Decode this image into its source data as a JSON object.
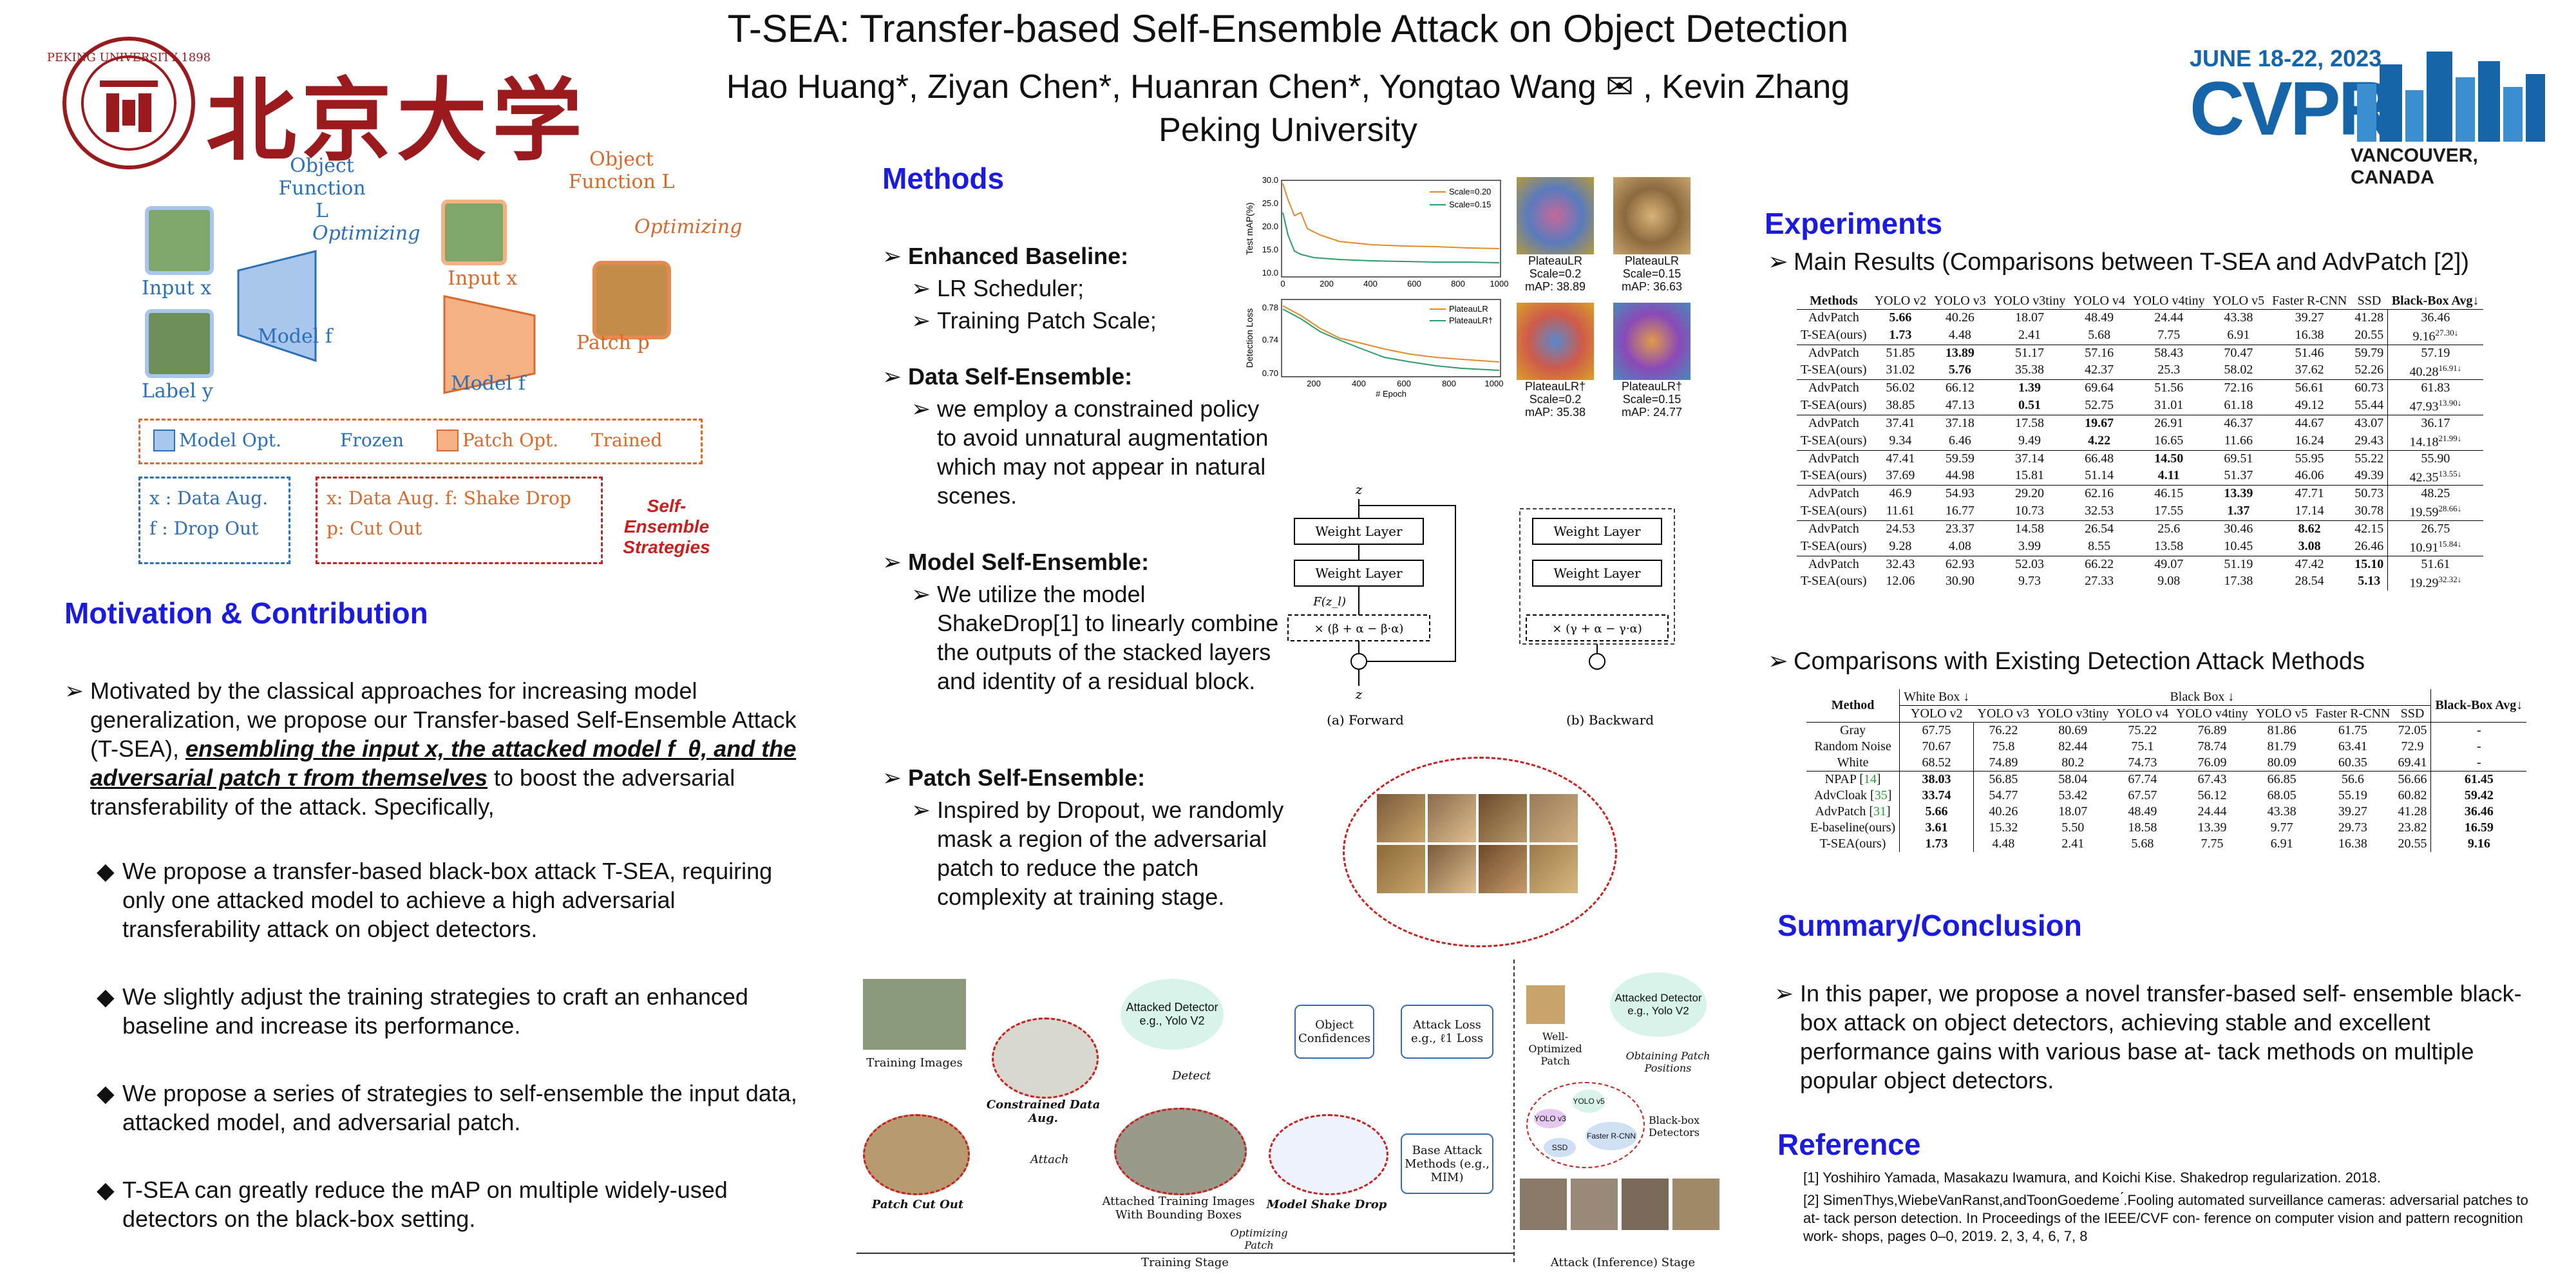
{
  "header": {
    "title": "T-SEA: Transfer-based Self-Ensemble Attack on Object Detection",
    "authors": "Hao Huang*, Ziyan Chen*, Huanran Chen*, Yongtao Wang ✉ , Kevin Zhang",
    "affiliation": "Peking University",
    "univ_name_cn": "北京大学",
    "univ_seal_text": "PEKING UNIVERSITY 1898",
    "conf_dates": "JUNE 18-22, 2023",
    "conf_name": "CVPR",
    "conf_location": "VANCOUVER, CANADA"
  },
  "overview": {
    "obj_fn_label": "Object Function L",
    "optimizing": "Optimizing",
    "input_x": "Input x",
    "label_y": "Label y",
    "model_f": "Model f",
    "patch_p": "Patch p",
    "legend": [
      "Model Opt.",
      "Frozen",
      "Patch Opt.",
      "Trained"
    ],
    "aug_left": [
      "x : Data Aug.",
      "f : Drop Out"
    ],
    "aug_right": [
      "x: Data Aug.  f: Shake Drop",
      "p: Cut Out"
    ],
    "strategies": "Self-Ensemble Strategies"
  },
  "motivation": {
    "heading": "Motivation & Contribution",
    "intro_a": "Motivated by the classical approaches for increasing model generalization, we propose our Transfer-based Self-Ensemble Attack (T-SEA), ",
    "intro_em": "ensembling the input x, the attacked model f_θ, and the adversarial patch τ from themselves",
    "intro_b": " to boost the adversarial transferability of the attack. Specifically,",
    "items": [
      "We propose a transfer-based black-box attack T-SEA, requiring only one attacked model to achieve a high adversarial transferability attack on object detectors.",
      "We slightly adjust the training strategies to craft an enhanced baseline and increase its performance.",
      "We propose a series of strategies to self-ensemble the input data, attacked model, and adversarial patch.",
      "T-SEA can greatly reduce the mAP on multiple widely-used detectors on the black-box setting."
    ]
  },
  "methods": {
    "heading": "Methods",
    "enhanced": "Enhanced Baseline:",
    "enhanced_items": [
      "LR Scheduler;",
      "Training Patch Scale;"
    ],
    "data": "Data Self-Ensemble:",
    "data_text": "we employ a constrained policy to avoid unnatural augmentation which may not appear in natural scenes.",
    "model": "Model Self-Ensemble:",
    "model_text": "We utilize the model ShakeDrop[1] to linearly combine the outputs of the stacked layers and identity of a residual block.",
    "patch": "Patch Self-Ensemble:",
    "patch_text": "Inspired by Dropout, we randomly mask a region of the adversarial patch to reduce the patch complexity at training stage.",
    "plot1": {
      "ylabel": "Test mAP(%)",
      "legend": [
        "Scale=0.20",
        "Scale=0.15"
      ],
      "yticks": [
        "30.0",
        "25.0",
        "20.0",
        "15.0",
        "10.0"
      ],
      "xticks": [
        "0",
        "200",
        "400",
        "600",
        "800",
        "1000"
      ]
    },
    "plot2": {
      "ylabel": "Detection Loss",
      "legend": [
        "PlateauLR",
        "PlateauLR†"
      ],
      "yticks": [
        "0.78",
        "0.74",
        "0.70"
      ],
      "xticks": [
        "200",
        "400",
        "600",
        "800",
        "1000"
      ],
      "xlabel": "# Epoch"
    },
    "patches": [
      [
        "PlateauLR",
        "Scale=0.2",
        "mAP: 38.89"
      ],
      [
        "PlateauLR",
        "Scale=0.15",
        "mAP: 36.63"
      ],
      [
        "PlateauLR†",
        "Scale=0.2",
        "mAP: 35.38"
      ],
      [
        "PlateauLR†",
        "Scale=0.15",
        "mAP: 24.77"
      ]
    ],
    "shake": {
      "weight": "Weight Layer",
      "forward": "(a) Forward",
      "backward": "(b) Backward",
      "fz": "F(z_l)",
      "mix_f": "× (β + α − β·α)",
      "mix_b": "× (γ + α − γ·α)"
    },
    "pipeline": {
      "training_images": "Training Images",
      "constrained": "Constrained Data Aug.",
      "detector": "Attacked Detector e.g., Yolo V2",
      "detect": "Detect",
      "attach": "Attach",
      "patch_cutout": "Patch Cut Out",
      "attached": "Attached Training Images With Bounding Boxes",
      "shake": "Model Shake Drop",
      "optim": "Optimizing Patch",
      "conf": "Object Confidences",
      "loss": "Attack Loss e.g., ℓ1 Loss",
      "base": "Base Attack Methods (e.g., MIM)",
      "well": "Well-Optimized Patch",
      "obtain": "Obtaining Patch Positions",
      "bb": "Black-box Detectors",
      "dets": [
        "YOLO v3",
        "YOLO v5",
        "SSD",
        "Faster R-CNN"
      ],
      "stage_train": "Training Stage",
      "stage_attack": "Attack (Inference) Stage"
    }
  },
  "experiments": {
    "heading": "Experiments",
    "main_title": "Main Results (Comparisons between T-SEA and AdvPatch [2])",
    "table1": {
      "cols": [
        "Methods",
        "YOLO v2",
        "YOLO v3",
        "YOLO v3tiny",
        "YOLO v4",
        "YOLO v4tiny",
        "YOLO v5",
        "Faster R-CNN",
        "SSD",
        "Black-Box Avg↓"
      ],
      "rows": [
        [
          "AdvPatch",
          "5.66",
          "40.26",
          "18.07",
          "48.49",
          "24.44",
          "43.38",
          "39.27",
          "41.28",
          "36.46",
          ""
        ],
        [
          "T-SEA(ours)",
          "1.73",
          "4.48",
          "2.41",
          "5.68",
          "7.75",
          "6.91",
          "16.38",
          "20.55",
          "9.16",
          "27.30↓"
        ],
        [
          "AdvPatch",
          "51.85",
          "13.89",
          "51.17",
          "57.16",
          "58.43",
          "70.47",
          "51.46",
          "59.79",
          "57.19",
          ""
        ],
        [
          "T-SEA(ours)",
          "31.02",
          "5.76",
          "35.38",
          "42.37",
          "25.3",
          "58.02",
          "37.62",
          "52.26",
          "40.28",
          "16.91↓"
        ],
        [
          "AdvPatch",
          "56.02",
          "66.12",
          "1.39",
          "69.64",
          "51.56",
          "72.16",
          "56.61",
          "60.73",
          "61.83",
          ""
        ],
        [
          "T-SEA(ours)",
          "38.85",
          "47.13",
          "0.51",
          "52.75",
          "31.01",
          "61.18",
          "49.12",
          "55.44",
          "47.93",
          "13.90↓"
        ],
        [
          "AdvPatch",
          "37.41",
          "37.18",
          "17.58",
          "19.67",
          "26.91",
          "46.37",
          "44.67",
          "43.07",
          "36.17",
          ""
        ],
        [
          "T-SEA(ours)",
          "9.34",
          "6.46",
          "9.49",
          "4.22",
          "16.65",
          "11.66",
          "16.24",
          "29.43",
          "14.18",
          "21.99↓"
        ],
        [
          "AdvPatch",
          "47.41",
          "59.59",
          "37.14",
          "66.48",
          "14.50",
          "69.51",
          "55.95",
          "55.22",
          "55.90",
          ""
        ],
        [
          "T-SEA(ours)",
          "37.69",
          "44.98",
          "15.81",
          "51.14",
          "4.11",
          "51.37",
          "46.06",
          "49.39",
          "42.35",
          "13.55↓"
        ],
        [
          "AdvPatch",
          "46.9",
          "54.93",
          "29.20",
          "62.16",
          "46.15",
          "13.39",
          "47.71",
          "50.73",
          "48.25",
          ""
        ],
        [
          "T-SEA(ours)",
          "11.61",
          "16.77",
          "10.73",
          "32.53",
          "17.55",
          "1.37",
          "17.14",
          "30.78",
          "19.59",
          "28.66↓"
        ],
        [
          "AdvPatch",
          "24.53",
          "23.37",
          "14.58",
          "26.54",
          "25.6",
          "30.46",
          "8.62",
          "42.15",
          "26.75",
          ""
        ],
        [
          "T-SEA(ours)",
          "9.28",
          "4.08",
          "3.99",
          "8.55",
          "13.58",
          "10.45",
          "3.08",
          "26.46",
          "10.91",
          "15.84↓"
        ],
        [
          "AdvPatch",
          "32.43",
          "62.93",
          "52.03",
          "66.22",
          "49.07",
          "51.19",
          "47.42",
          "15.10",
          "51.61",
          ""
        ],
        [
          "T-SEA(ours)",
          "12.06",
          "30.90",
          "9.73",
          "27.33",
          "9.08",
          "17.38",
          "28.54",
          "5.13",
          "19.29",
          "32.32↓"
        ]
      ]
    },
    "cmp_title": "Comparisons with Existing Detection Attack Methods",
    "table2": {
      "head_top": [
        "Method",
        "White Box ↓",
        "Black Box ↓",
        "Black-Box Avg↓"
      ],
      "cols": [
        "YOLO v2",
        "YOLO v3",
        "YOLO v3tiny",
        "YOLO v4",
        "YOLO v4tiny",
        "YOLO v5",
        "Faster R-CNN",
        "SSD"
      ],
      "rows": [
        [
          "Gray",
          "67.75",
          "76.22",
          "80.69",
          "75.22",
          "76.89",
          "81.86",
          "61.75",
          "72.05",
          "-"
        ],
        [
          "Random Noise",
          "70.67",
          "75.8",
          "82.44",
          "75.1",
          "78.74",
          "81.79",
          "63.41",
          "72.9",
          "-"
        ],
        [
          "White",
          "68.52",
          "74.89",
          "80.2",
          "74.73",
          "76.09",
          "80.09",
          "60.35",
          "69.41",
          "-"
        ],
        [
          "NPAP [14]",
          "38.03",
          "56.85",
          "58.04",
          "67.74",
          "67.43",
          "66.85",
          "56.6",
          "56.66",
          "61.45"
        ],
        [
          "AdvCloak [35]",
          "33.74",
          "54.77",
          "53.42",
          "67.57",
          "56.12",
          "68.05",
          "55.19",
          "60.82",
          "59.42"
        ],
        [
          "AdvPatch [31]",
          "5.66",
          "40.26",
          "18.07",
          "48.49",
          "24.44",
          "43.38",
          "39.27",
          "41.28",
          "36.46"
        ],
        [
          "E-baseline(ours)",
          "3.61",
          "15.32",
          "5.50",
          "18.58",
          "13.39",
          "9.77",
          "29.73",
          "23.82",
          "16.59"
        ],
        [
          "T-SEA(ours)",
          "1.73",
          "4.48",
          "2.41",
          "5.68",
          "7.75",
          "6.91",
          "16.38",
          "20.55",
          "9.16"
        ]
      ]
    }
  },
  "summary": {
    "heading": "Summary/Conclusion",
    "text": "In this paper, we propose a novel transfer-based self- ensemble black-box attack on object detectors, achieving stable and excellent performance gains with various base at- tack methods on multiple popular object detectors."
  },
  "reference": {
    "heading": "Reference",
    "items": [
      "[1] Yoshihiro Yamada, Masakazu Iwamura, and Koichi Kise. Shakedrop regularization. 2018.",
      "[2] SimenThys,WiebeVanRanst,andToonGoedeme ́.Fooling automated surveillance cameras: adversarial patches to at- tack person detection. In Proceedings of the IEEE/CVF con- ference on computer vision and pattern recognition work- shops, pages 0–0, 2019. 2, 3, 4, 6, 7, 8"
    ]
  },
  "colors": {
    "accent": "#1a1ae0",
    "pku_red": "#9b1a1e",
    "cvpr_blue": "#1565a8",
    "patch_orange": "#e58a4e",
    "model_blue": "#a9c6ec"
  }
}
